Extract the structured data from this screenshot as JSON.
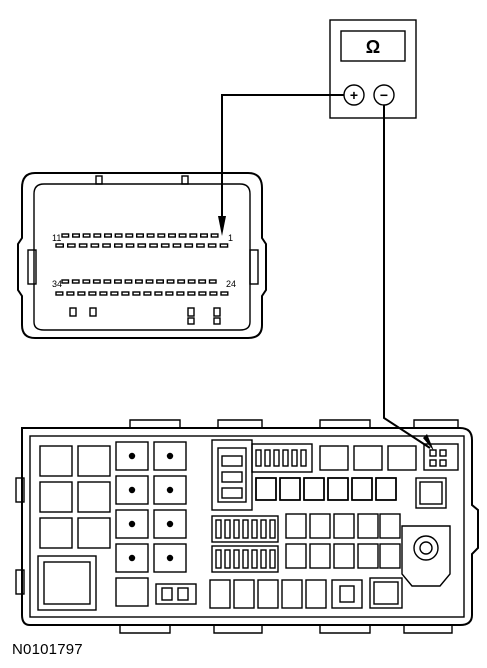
{
  "figure_id": "N0101797",
  "meter": {
    "symbol": "Ω",
    "positive_symbol": "+",
    "negative_symbol": "−"
  },
  "connector": {
    "pin_top_left": "11",
    "pin_top_right": "1",
    "pin_bottom_left": "34",
    "pin_bottom_right": "24"
  }
}
